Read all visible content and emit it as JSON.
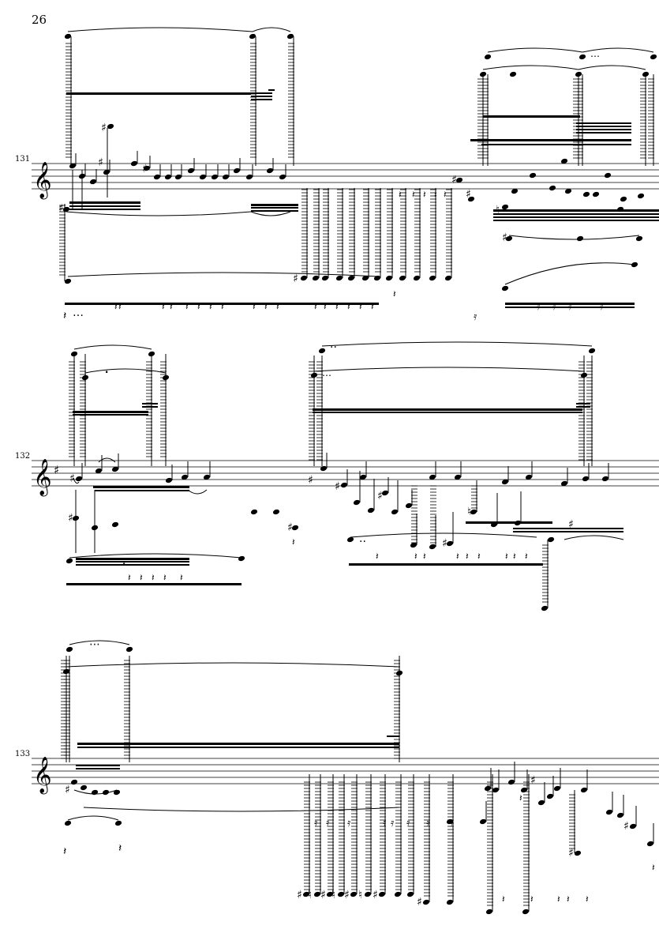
{
  "page": {
    "page_number": "26"
  },
  "systems": [
    {
      "measure_number": "131",
      "clef": "treble"
    },
    {
      "measure_number": "132",
      "clef": "treble",
      "key_signature": "F#"
    },
    {
      "measure_number": "133",
      "clef": "treble"
    }
  ],
  "notation_glyphs": {
    "treble_clef": "𝄞",
    "sharp": "♯",
    "natural": "♮",
    "quarter_rest": "𝄽",
    "sixteenth_rest": "𝄿",
    "dots": "…",
    "dot_triple": "⋯"
  }
}
